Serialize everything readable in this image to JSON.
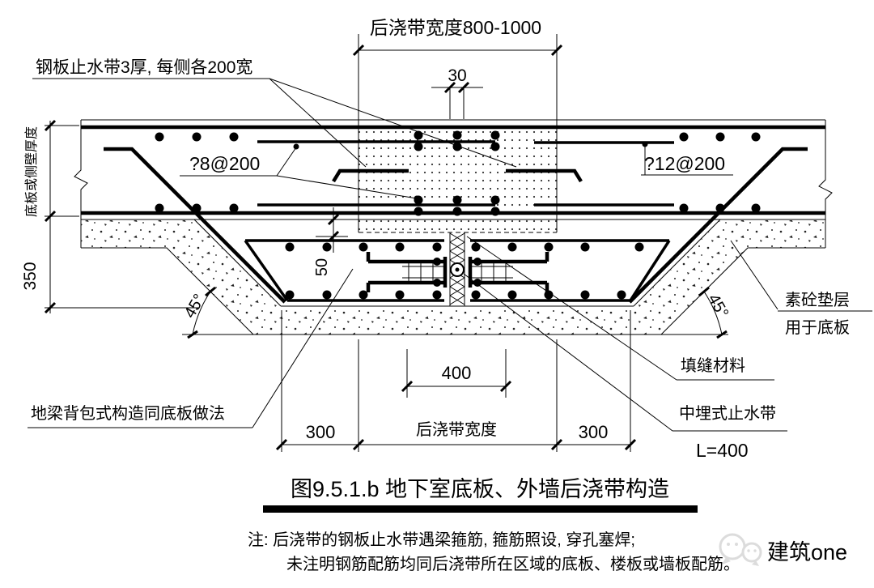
{
  "drawing": {
    "labels": {
      "top_width": "后浇带宽度800-1000",
      "gap": "30",
      "steel_plate_waterstop": "钢板止水带3厚, 每侧各200宽",
      "slab_or_wall_thickness": "底板或侧壁厚度",
      "dim_350": "350",
      "rebar_small": "?8@200",
      "rebar_large": "?12@200",
      "dim_50": "50",
      "angle_left": "45°",
      "angle_right": "45°",
      "plain_concrete_cushion": "素砼垫层",
      "cushion_usage": "用于底板",
      "joint_filler": "填缝材料",
      "embedded_waterstop": "中埋式止水带",
      "embedded_waterstop_length": "L=400",
      "ground_beam_note": "地梁背包式构造同底板做法",
      "dim_400": "400",
      "dim_300_left": "300",
      "bottom_width_label": "后浇带宽度",
      "dim_300_right": "300"
    },
    "title": "图9.5.1.b  地下室底板、外墙后浇带构造",
    "notes": {
      "line1": "注: 后浇带的钢板止水带遇梁箍筋, 箍筋照设, 穿孔塞焊;",
      "line2": "未注明钢筋配筋均同后浇带所在区域的底板、楼板或墙板配筋。"
    },
    "watermark": "建筑one",
    "colors": {
      "line": "#000000",
      "background": "#ffffff",
      "watermark": "#d9d9d9"
    }
  }
}
